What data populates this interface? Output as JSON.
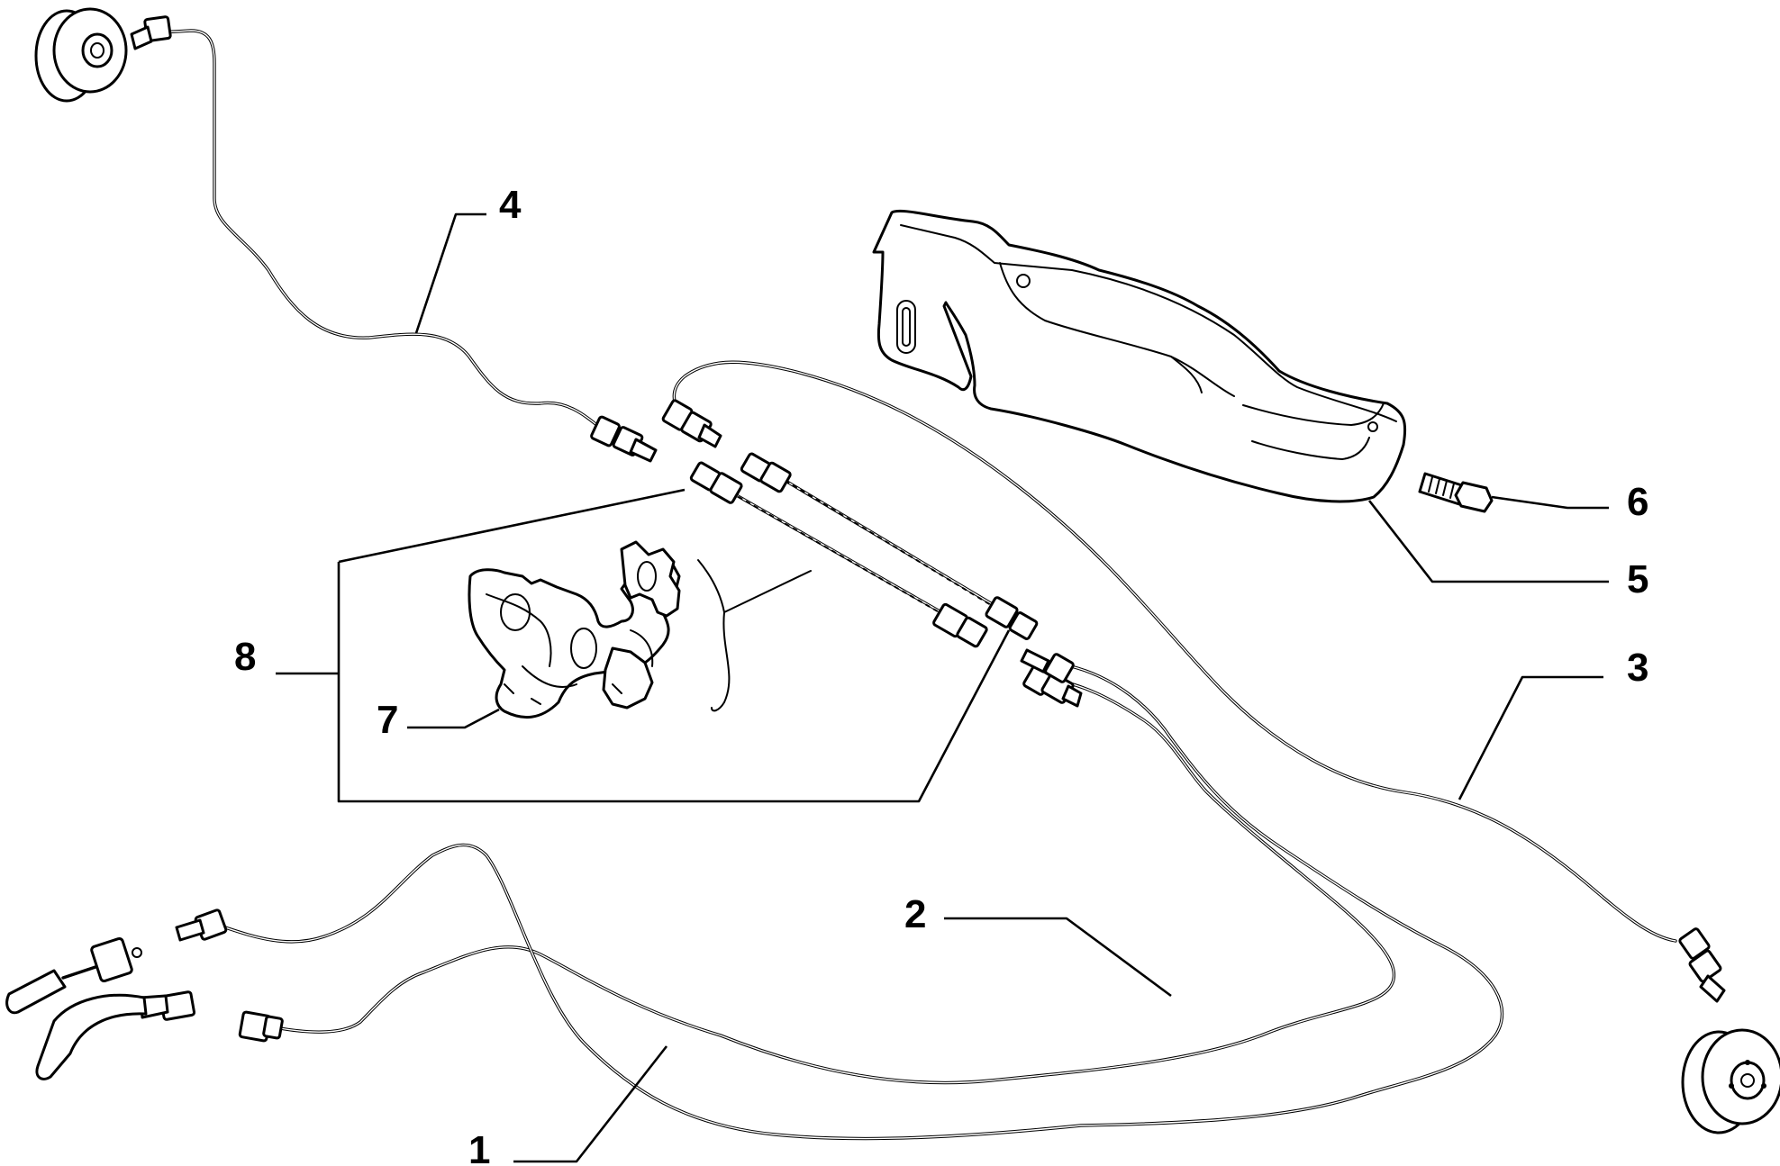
{
  "callouts": {
    "c1": "1",
    "c2": "2",
    "c3": "3",
    "c4": "4",
    "c5": "5",
    "c6": "6",
    "c7": "7",
    "c8": "8"
  },
  "icons": {
    "wheel_cylinder": "brake-drum-icon",
    "fitting": "hex-union-fitting-icon",
    "bracket": "pipe-clip-bracket-icon"
  }
}
